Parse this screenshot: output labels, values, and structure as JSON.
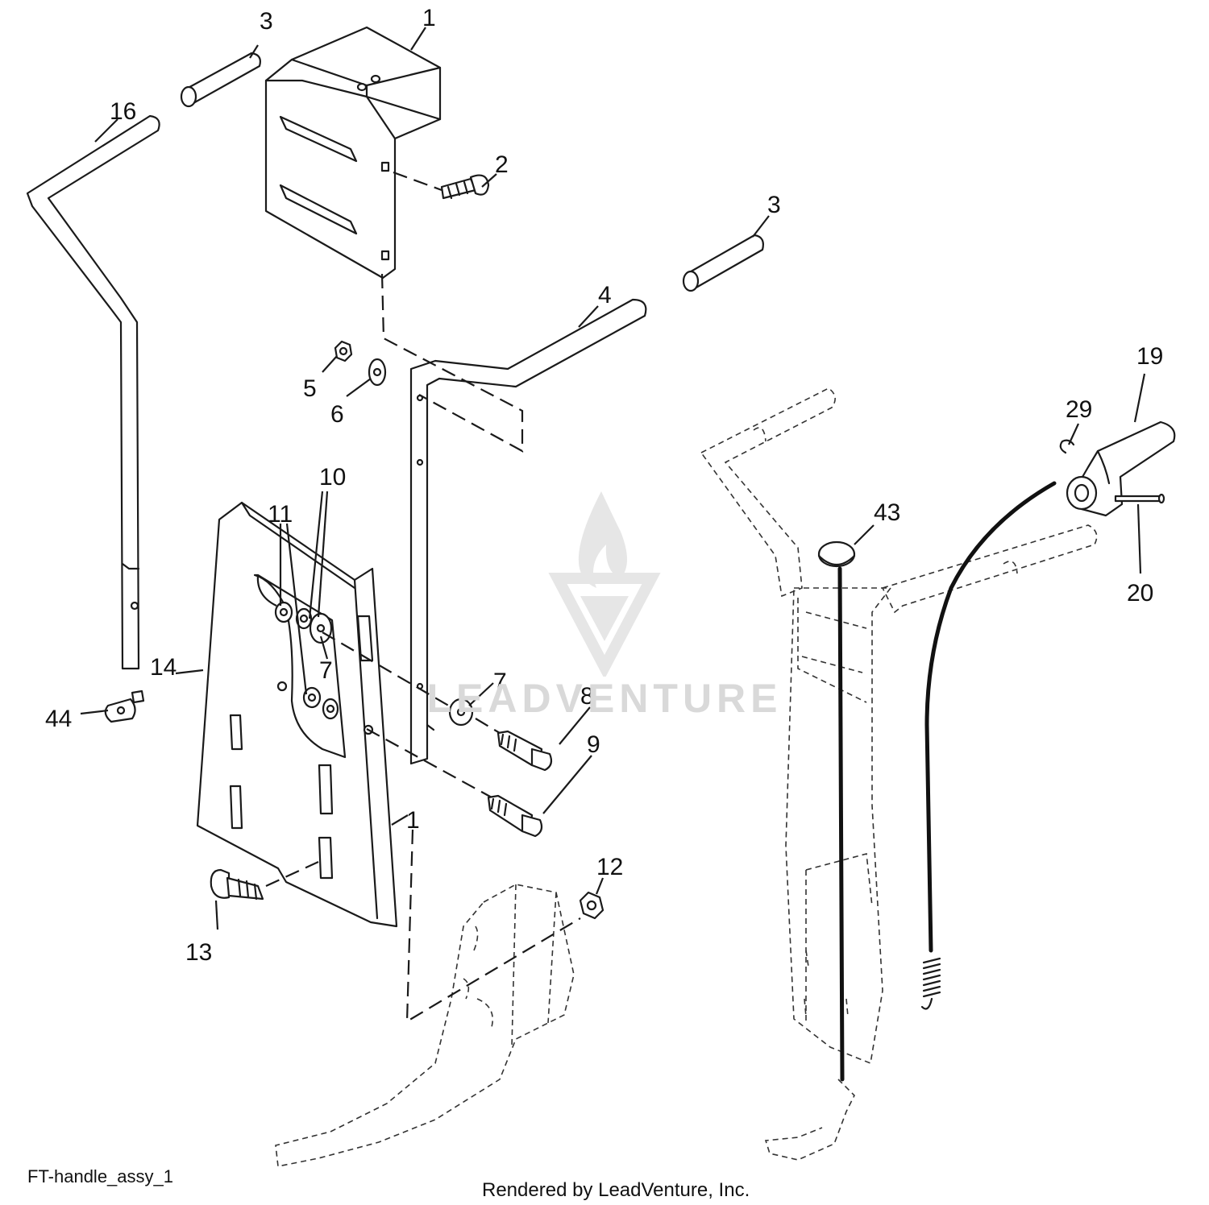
{
  "diagram": {
    "label": "FT-handle_assy_1",
    "credit": "Rendered by LeadVenture, Inc.",
    "watermark": "LEADVENTURE",
    "callouts": [
      {
        "id": "c-1-top",
        "text": "1"
      },
      {
        "id": "c-1-low",
        "text": "1"
      },
      {
        "id": "c-2",
        "text": "2"
      },
      {
        "id": "c-3-left",
        "text": "3"
      },
      {
        "id": "c-3-right",
        "text": "3"
      },
      {
        "id": "c-4",
        "text": "4"
      },
      {
        "id": "c-5",
        "text": "5"
      },
      {
        "id": "c-6",
        "text": "6"
      },
      {
        "id": "c-7-a",
        "text": "7"
      },
      {
        "id": "c-7-b",
        "text": "7"
      },
      {
        "id": "c-8",
        "text": "8"
      },
      {
        "id": "c-9",
        "text": "9"
      },
      {
        "id": "c-10",
        "text": "10"
      },
      {
        "id": "c-11",
        "text": "11"
      },
      {
        "id": "c-12",
        "text": "12"
      },
      {
        "id": "c-13",
        "text": "13"
      },
      {
        "id": "c-14",
        "text": "14"
      },
      {
        "id": "c-16",
        "text": "16"
      },
      {
        "id": "c-19",
        "text": "19"
      },
      {
        "id": "c-20",
        "text": "20"
      },
      {
        "id": "c-29",
        "text": "29"
      },
      {
        "id": "c-43",
        "text": "43"
      },
      {
        "id": "c-44",
        "text": "44"
      }
    ]
  }
}
